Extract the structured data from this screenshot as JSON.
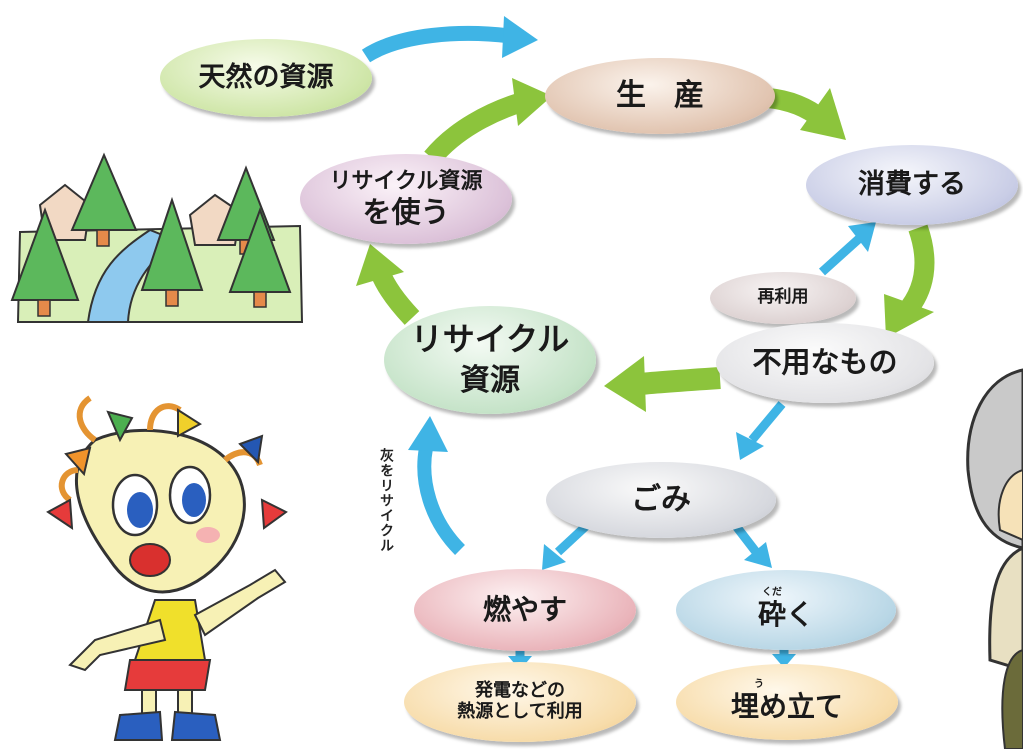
{
  "nodes": {
    "natural_resources": "天然の資源",
    "production": "生産",
    "consume": "消費する",
    "use_recycled_line1": "リサイクル資源",
    "use_recycled_line2": "を使う",
    "reuse": "再利用",
    "unneeded": "不用なもの",
    "recycled_line1": "リサイクル",
    "recycled_line2": "資源",
    "garbage": "ごみ",
    "burn": "燃やす",
    "crush": "砕く",
    "crush_ruby": "くだ",
    "heat_line1": "発電などの",
    "heat_line2": "熱源として利用",
    "landfill": "埋め立て",
    "landfill_ruby": "う"
  },
  "labels": {
    "ash_recycle": "灰をリサイクル"
  },
  "colors": {
    "green_arrow": "#8cc43c",
    "blue_arrow": "#3fb4e5"
  },
  "illustrations": [
    "forest-river-illustration",
    "mascot-character",
    "figure-partial"
  ]
}
